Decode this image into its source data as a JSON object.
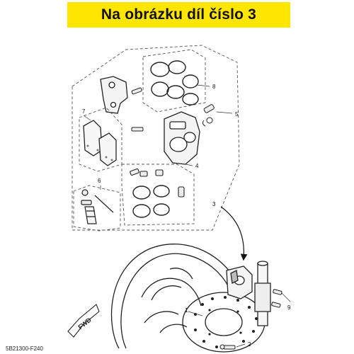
{
  "banner": {
    "text": "Na obrázku díl číslo 3",
    "color": "#ffe600"
  },
  "callouts": [
    "1",
    "2",
    "3",
    "4",
    "5",
    "6",
    "7",
    "8",
    "9"
  ],
  "fwd_label": "FWD",
  "reference_code": "5B21300-F240"
}
